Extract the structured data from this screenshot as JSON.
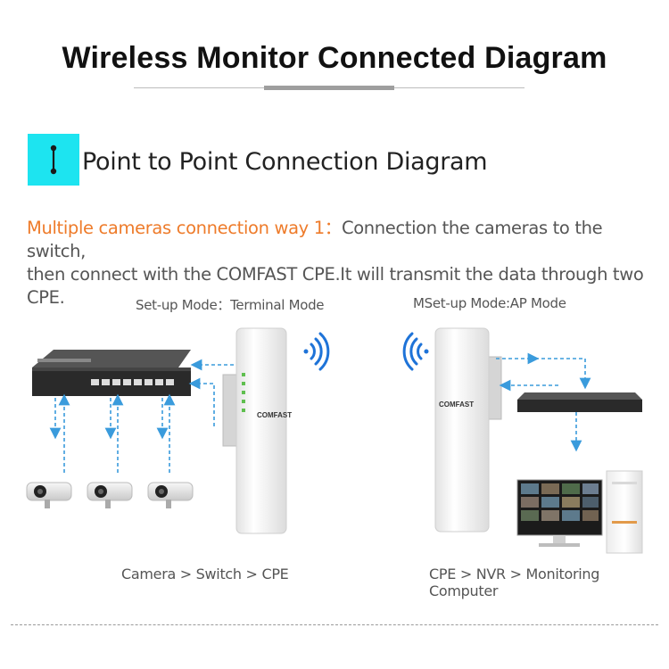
{
  "title": "Wireless Monitor Connected Diagram",
  "section_title": "Point to Point Connection Diagram",
  "description": {
    "highlight": "Multiple cameras connection way 1：",
    "line1_rest": "Connection the cameras to the switch,",
    "line2": "then connect with the COMFAST CPE.It will transmit the data through two CPE."
  },
  "left_panel": {
    "mode_label": "Set-up Mode：Terminal Mode",
    "caption": "Camera > Switch > CPE",
    "cpe_brand": "COMFAST"
  },
  "right_panel": {
    "mode_label": "MSet-up Mode:AP Mode",
    "caption": "CPE > NVR > Monitoring Computer",
    "cpe_brand": "COMFAST"
  },
  "colors": {
    "accent_cyan": "#1de4f0",
    "highlight_orange": "#ee7b2a",
    "arrow_blue": "#3a9bdc",
    "wifi_blue": "#1e73d8"
  }
}
